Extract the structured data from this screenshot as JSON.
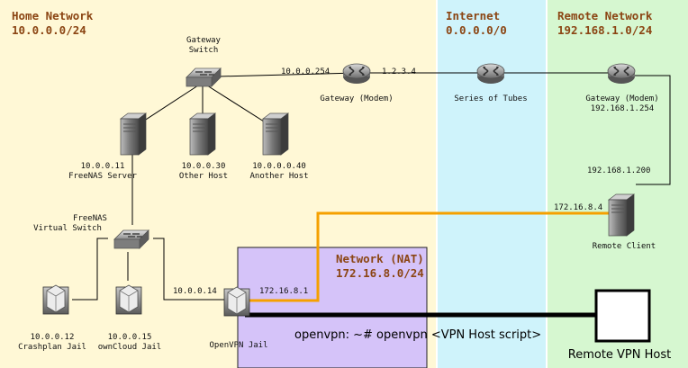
{
  "zones": {
    "home": {
      "title": "Home Network",
      "subnet": "10.0.0.0/24",
      "color": "#fff8d6"
    },
    "internet": {
      "title": "Internet",
      "subnet": "0.0.0.0/0",
      "color": "#cff3fb"
    },
    "remote": {
      "title": "Remote Network",
      "subnet": "192.168.1.0/24",
      "color": "#d6f7d0"
    },
    "nat": {
      "title": "Network (NAT)",
      "subnet": "172.16.8.0/24",
      "color": "#d5c3f9"
    }
  },
  "nodes": {
    "gateway_switch": {
      "line1": "Gateway",
      "line2": "Switch"
    },
    "gateway_modem": {
      "label": "Gateway (Modem)"
    },
    "tubes": {
      "label": "Series of Tubes"
    },
    "remote_gateway": {
      "line1": "Gateway (Modem)",
      "line2": "192.168.1.254"
    },
    "freenas": {
      "line1": "10.0.0.11",
      "line2": "FreeNAS Server"
    },
    "other_host": {
      "line1": "10.0.0.30",
      "line2": "Other Host"
    },
    "another_host": {
      "line1": "10.0.0.0.40",
      "line2": "Another Host"
    },
    "virtual_switch": {
      "line1": "FreeNAS",
      "line2": "Virtual Switch"
    },
    "crashplan": {
      "line1": "10.0.0.12",
      "line2": "Crashplan Jail"
    },
    "owncloud": {
      "line1": "10.0.0.15",
      "line2": "ownCloud Jail"
    },
    "openvpn": {
      "label": "OpenVPN Jail"
    },
    "remote_client": {
      "label": "Remote Client"
    },
    "remote_vpn_host": {
      "label": "Remote VPN Host"
    }
  },
  "link_labels": {
    "gw_lan": "10.0.0.254",
    "gw_wan": "1.2.3.4",
    "remote_lan": "192.168.1.200",
    "client_tun": "172.16.8.4",
    "openvpn_lan": "10.0.0.14",
    "openvpn_tun": "172.16.8.1"
  },
  "command": "openvpn: ~# openvpn <VPN Host script>",
  "colors": {
    "tunnel": "#f5a000",
    "wire": "#000000",
    "title_text": "#8b4513"
  },
  "icons": {
    "router": "router-icon",
    "switch": "switch-icon",
    "server": "server-icon",
    "jail": "jail-icon",
    "host_box": "empty-box-icon"
  }
}
